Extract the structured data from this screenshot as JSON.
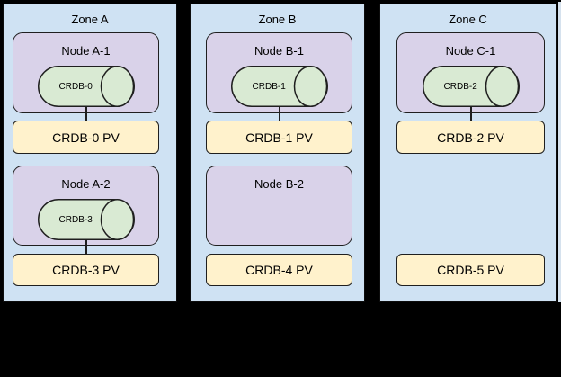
{
  "colors": {
    "background": "#000000",
    "zone_fill": "#cfe2f3",
    "node_fill": "#d9d2e9",
    "cylinder_fill": "#d9ead3",
    "pv_fill": "#fff2cc",
    "border": "#1f1f1f",
    "text": "#000000"
  },
  "zones": [
    {
      "label": "Zone A",
      "nodes": [
        {
          "label": "Node A-1",
          "cylinder": "CRDB-0",
          "pv": "CRDB-0 PV",
          "connector": true
        },
        {
          "label": "Node A-2",
          "cylinder": "CRDB-3",
          "pv": "CRDB-3 PV",
          "connector": true
        }
      ]
    },
    {
      "label": "Zone B",
      "nodes": [
        {
          "label": "Node B-1",
          "cylinder": "CRDB-1",
          "pv": "CRDB-1 PV",
          "connector": true
        },
        {
          "label": "Node B-2",
          "cylinder": null,
          "pv": "CRDB-4 PV",
          "connector": false
        }
      ]
    },
    {
      "label": "Zone C",
      "nodes": [
        {
          "label": "Node C-1",
          "cylinder": "CRDB-2",
          "pv": "CRDB-2 PV",
          "connector": true
        },
        {
          "label": null,
          "cylinder": null,
          "pv": "CRDB-5 PV",
          "connector": false
        }
      ]
    }
  ]
}
